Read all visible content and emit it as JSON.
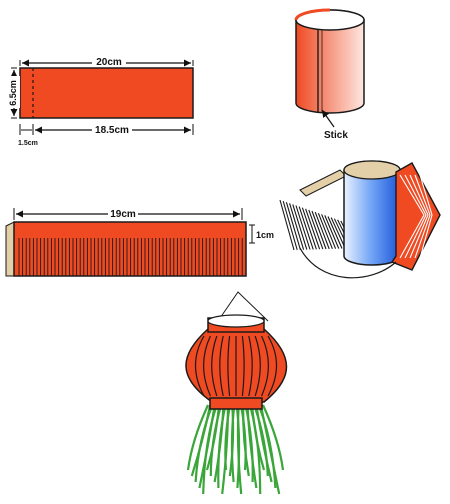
{
  "colors": {
    "paper_orange": "#f04a22",
    "outline": "#1a1a1a",
    "tube_blue": "#3b82f0",
    "tassel_green": "#3aa63a",
    "tan_paper": "#e3cfa8"
  },
  "step1": {
    "width_label": "20cm",
    "height_label": "6.5cm",
    "inner_label": "18.5cm",
    "margin_label": "1.5cm"
  },
  "step2": {
    "stick_label": "Stick"
  },
  "step3": {
    "length_label": "19cm",
    "margin_label": "1cm"
  }
}
